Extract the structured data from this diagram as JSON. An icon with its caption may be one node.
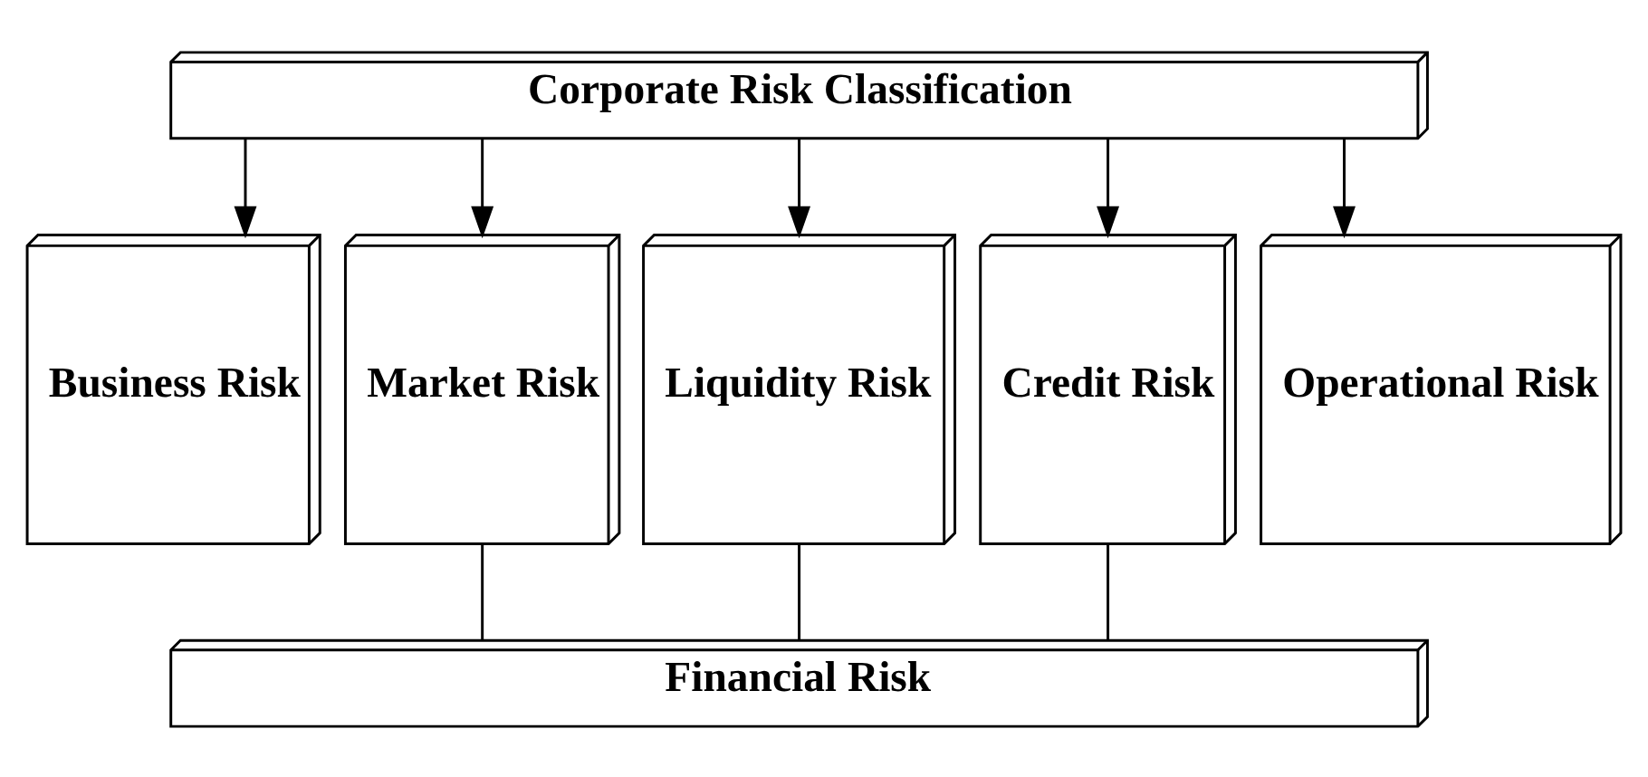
{
  "diagram": {
    "nodes": [
      {
        "text": [
          "Corporate Risk Classification"
        ]
      },
      {
        "text": [
          "Business Risk"
        ]
      },
      {
        "text": [
          "Market Risk"
        ]
      },
      {
        "text": [
          "Liquidity Risk"
        ]
      },
      {
        "text": [
          "Credit Risk"
        ]
      },
      {
        "text": [
          "Operational Risk"
        ]
      },
      {
        "text": [
          "Financial Risk"
        ]
      }
    ],
    "edges": [
      {
        "from": 0,
        "to": 1,
        "arrow": "to"
      },
      {
        "from": 0,
        "to": 2,
        "arrow": "to"
      },
      {
        "from": 0,
        "to": 3,
        "arrow": "to"
      },
      {
        "from": 0,
        "to": 4,
        "arrow": "to"
      },
      {
        "from": 0,
        "to": 5,
        "arrow": "to"
      },
      {
        "from": 2,
        "to": 6,
        "arrow": "none"
      },
      {
        "from": 3,
        "to": 6,
        "arrow": "none"
      },
      {
        "from": 4,
        "to": 6,
        "arrow": "none"
      }
    ]
  }
}
